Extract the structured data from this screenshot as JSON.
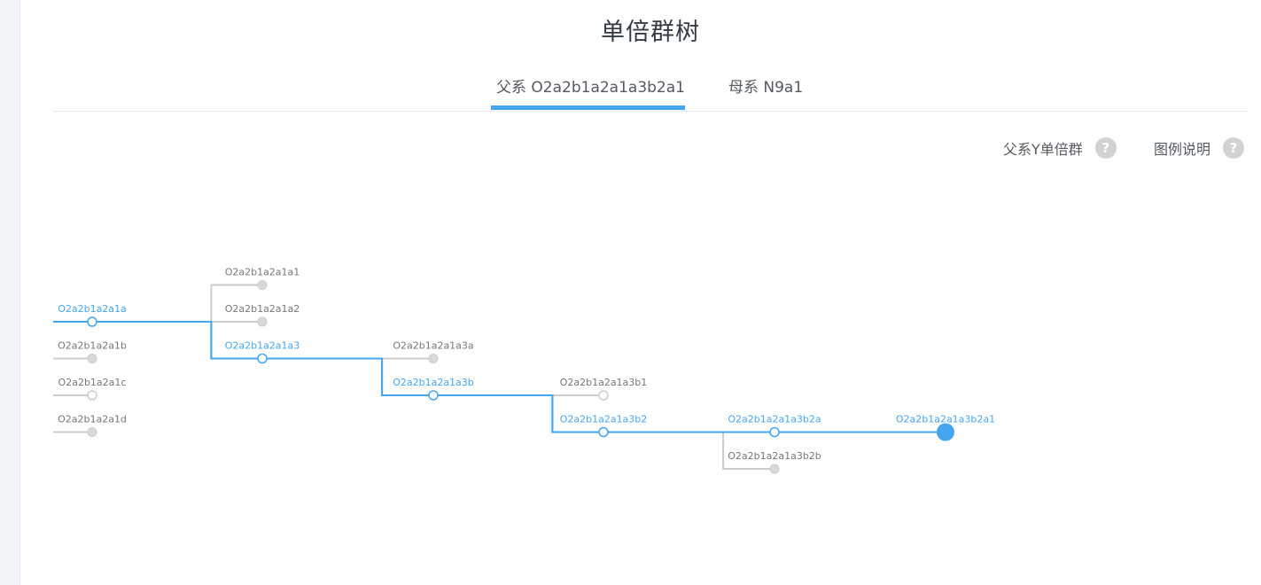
{
  "page": {
    "title": "单倍群树"
  },
  "tabs": [
    {
      "label": "父系 O2a2b1a2a1a3b2a1",
      "active": true
    },
    {
      "label": "母系 N9a1",
      "active": false
    }
  ],
  "help": {
    "paternal_y": "父系Y单倍群",
    "legend": "图例说明",
    "icon": "?"
  },
  "colors": {
    "accent": "#45a6f0",
    "inactive_line": "#cccccc",
    "inactive_node": "#d9d9d9",
    "label_active": "#45a6f0",
    "label_inactive": "#777777"
  },
  "tree": {
    "current": "O2a2b1a2a1a3b2a1",
    "nodes": [
      {
        "id": "O2a2b1a2a1a",
        "parent": null,
        "on_path": true,
        "node_style": "ring"
      },
      {
        "id": "O2a2b1a2a1b",
        "parent": null,
        "on_path": false,
        "node_style": "filled"
      },
      {
        "id": "O2a2b1a2a1c",
        "parent": null,
        "on_path": false,
        "node_style": "ring"
      },
      {
        "id": "O2a2b1a2a1d",
        "parent": null,
        "on_path": false,
        "node_style": "filled"
      },
      {
        "id": "O2a2b1a2a1a1",
        "parent": "O2a2b1a2a1a",
        "on_path": false,
        "node_style": "filled"
      },
      {
        "id": "O2a2b1a2a1a2",
        "parent": "O2a2b1a2a1a",
        "on_path": false,
        "node_style": "filled"
      },
      {
        "id": "O2a2b1a2a1a3",
        "parent": "O2a2b1a2a1a",
        "on_path": true,
        "node_style": "ring"
      },
      {
        "id": "O2a2b1a2a1a3a",
        "parent": "O2a2b1a2a1a3",
        "on_path": false,
        "node_style": "filled"
      },
      {
        "id": "O2a2b1a2a1a3b",
        "parent": "O2a2b1a2a1a3",
        "on_path": true,
        "node_style": "ring"
      },
      {
        "id": "O2a2b1a2a1a3b1",
        "parent": "O2a2b1a2a1a3b",
        "on_path": false,
        "node_style": "ring"
      },
      {
        "id": "O2a2b1a2a1a3b2",
        "parent": "O2a2b1a2a1a3b",
        "on_path": true,
        "node_style": "ring"
      },
      {
        "id": "O2a2b1a2a1a3b2a",
        "parent": "O2a2b1a2a1a3b2",
        "on_path": true,
        "node_style": "ring"
      },
      {
        "id": "O2a2b1a2a1a3b2b",
        "parent": "O2a2b1a2a1a3b2",
        "on_path": false,
        "node_style": "filled"
      },
      {
        "id": "O2a2b1a2a1a3b2a1",
        "parent": "O2a2b1a2a1a3b2a",
        "on_path": true,
        "node_style": "current"
      }
    ]
  }
}
